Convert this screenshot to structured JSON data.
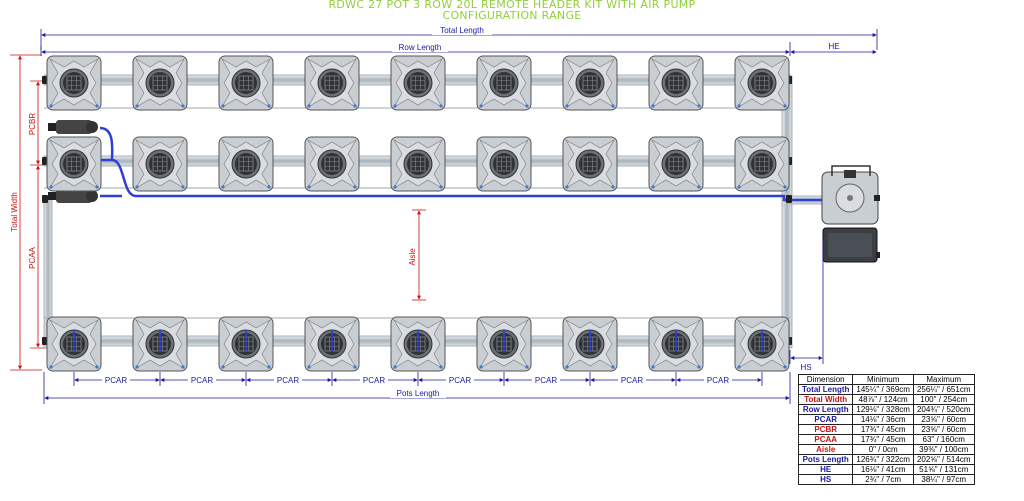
{
  "title": {
    "line1": "RDWC 27 POT 3 ROW 20L REMOTE HEADER KIT WITH AIR PUMP",
    "line2": "CONFIGURATION RANGE"
  },
  "labels": {
    "total_length": "Total Length",
    "row_length": "Row Length",
    "he": "HE",
    "hs": "HS",
    "total_width": "Total Width",
    "pcbr": "PCBR",
    "pcaa": "PCAA",
    "aisle": "Aisle",
    "pcar": "PCAR",
    "pots_length": "Pots Length"
  },
  "colors": {
    "blue_dim": "#1a1aa0",
    "red_dim": "#cc1111",
    "title_green": "#8fcf3a",
    "pipe_blue": "#2d3fd6"
  },
  "table": {
    "headers": [
      "Dimension",
      "Minimum",
      "Maximum"
    ],
    "rows": [
      {
        "dim": "Total Length",
        "min": "145¼\" / 369cm",
        "max": "256¼\" / 651cm",
        "color": "blue"
      },
      {
        "dim": "Total Width",
        "min": "48⅞\" / 124cm",
        "max": "100\" / 254cm",
        "color": "red"
      },
      {
        "dim": "Row Length",
        "min": "129⅛\" / 328cm",
        "max": "204¾\" / 520cm",
        "color": "blue"
      },
      {
        "dim": "PCAR",
        "min": "14⅛\" / 36cm",
        "max": "23⅝\" / 60cm",
        "color": "blue"
      },
      {
        "dim": "PCBR",
        "min": "17¾\" / 45cm",
        "max": "23⅝\" / 60cm",
        "color": "red"
      },
      {
        "dim": "PCAA",
        "min": "17¾\" / 45cm",
        "max": "63\" / 160cm",
        "color": "red"
      },
      {
        "dim": "Aisle",
        "min": "0\" / 0cm",
        "max": "39⅜\" / 100cm",
        "color": "red"
      },
      {
        "dim": "Pots Length",
        "min": "126¾\" / 322cm",
        "max": "202⅝\" / 514cm",
        "color": "blue"
      },
      {
        "dim": "HE",
        "min": "16⅛\" / 41cm",
        "max": "51⅝\" / 131cm",
        "color": "blue"
      },
      {
        "dim": "HS",
        "min": "2¾\" / 7cm",
        "max": "38¼\" / 97cm",
        "color": "blue"
      }
    ]
  }
}
